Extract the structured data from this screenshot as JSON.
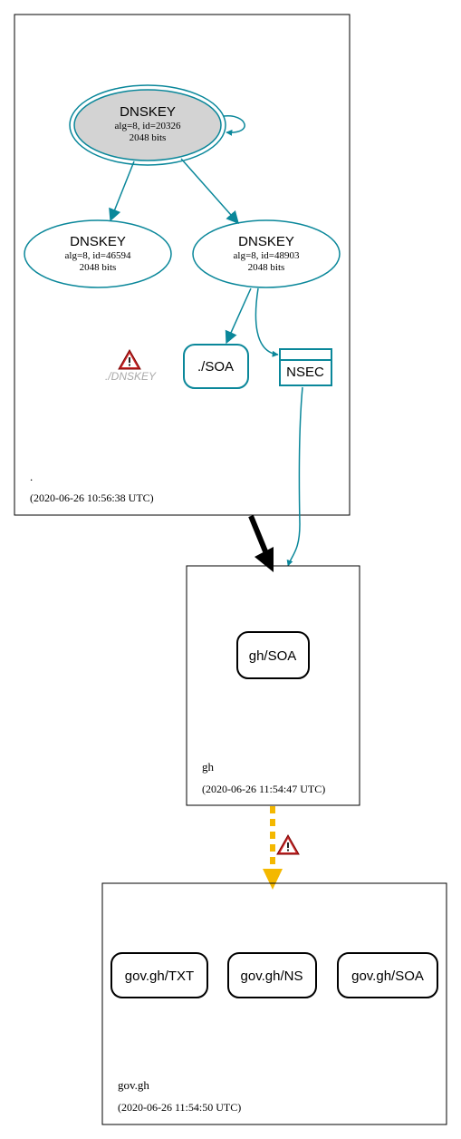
{
  "colors": {
    "teal": "#0a879a",
    "black": "#000000",
    "grey_fill": "#d3d3d3",
    "warning_edge": "#f4b800",
    "warning_red": "#c62828",
    "faded_text": "#a9a9a9"
  },
  "zones": {
    "root": {
      "name": ".",
      "timestamp": "(2020-06-26 10:56:38 UTC)"
    },
    "gh": {
      "name": "gh",
      "timestamp": "(2020-06-26 11:54:47 UTC)"
    },
    "govgh": {
      "name": "gov.gh",
      "timestamp": "(2020-06-26 11:54:50 UTC)"
    }
  },
  "nodes": {
    "ksk": {
      "title": "DNSKEY",
      "line1": "alg=8, id=20326",
      "line2": "2048 bits"
    },
    "zsk1": {
      "title": "DNSKEY",
      "line1": "alg=8, id=46594",
      "line2": "2048 bits"
    },
    "zsk2": {
      "title": "DNSKEY",
      "line1": "alg=8, id=48903",
      "line2": "2048 bits"
    },
    "root_soa": {
      "label": "./SOA"
    },
    "nsec": {
      "label": "NSEC"
    },
    "missing_dnskey": {
      "label": "./DNSKEY",
      "icon": "warning-icon"
    },
    "gh_soa": {
      "label": "gh/SOA"
    },
    "govgh_txt": {
      "label": "gov.gh/TXT"
    },
    "govgh_ns": {
      "label": "gov.gh/NS"
    },
    "govgh_soa": {
      "label": "gov.gh/SOA"
    }
  },
  "edges": {
    "delegation_warning_icon": "warning-icon"
  }
}
